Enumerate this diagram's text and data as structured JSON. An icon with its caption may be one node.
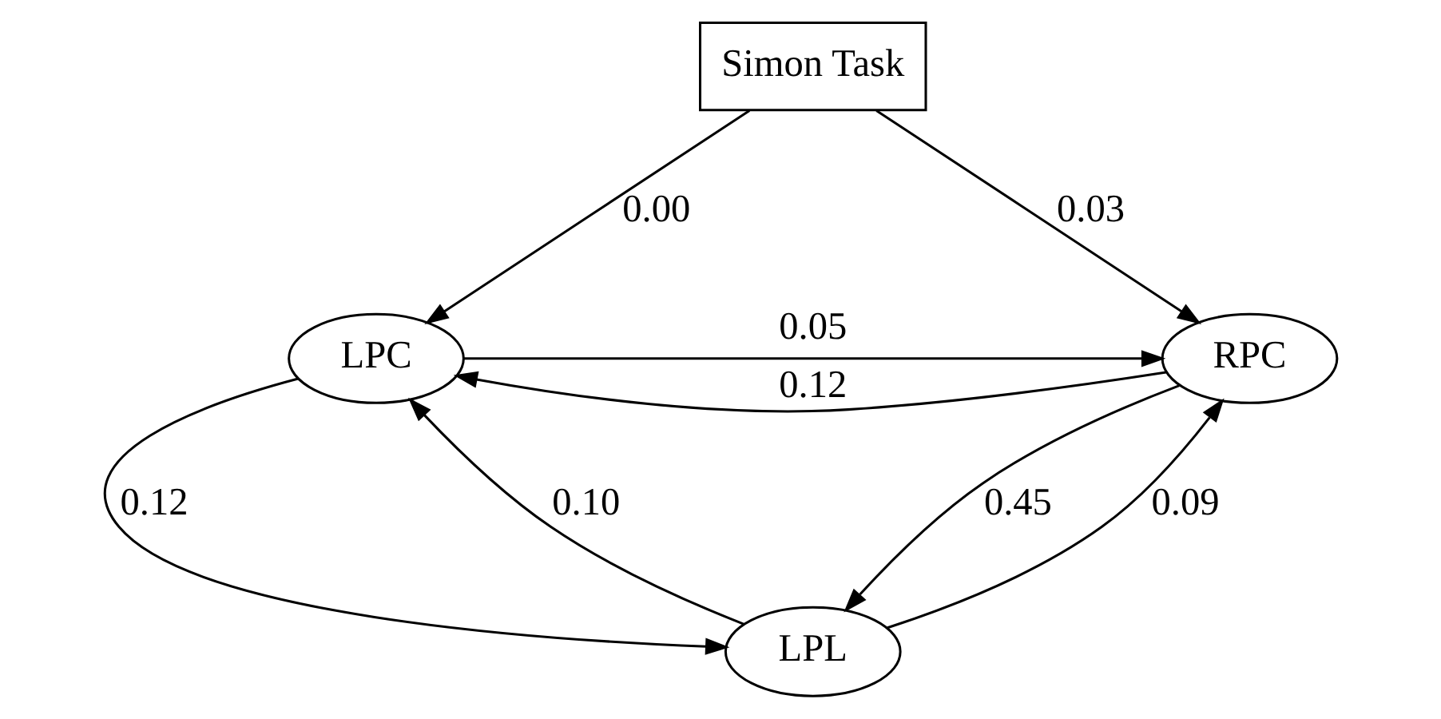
{
  "diagram": {
    "nodes": [
      {
        "text": [
          "Simon Task"
        ]
      },
      {
        "text": [
          "LPC"
        ]
      },
      {
        "text": [
          "RPC"
        ]
      },
      {
        "text": [
          "LPL"
        ]
      }
    ],
    "edges": [
      {
        "from": 0,
        "to": 1,
        "arrow": "to",
        "label": "0.00"
      },
      {
        "from": 0,
        "to": 2,
        "arrow": "to",
        "label": "0.03"
      },
      {
        "from": 1,
        "to": 2,
        "arrow": "to",
        "label": "0.05"
      },
      {
        "from": 2,
        "to": 1,
        "arrow": "to",
        "label": "0.12"
      },
      {
        "from": 1,
        "to": 3,
        "arrow": "to",
        "label": "0.12"
      },
      {
        "from": 3,
        "to": 1,
        "arrow": "to",
        "label": "0.10"
      },
      {
        "from": 3,
        "to": 2,
        "arrow": "to",
        "label": "0.09"
      },
      {
        "from": 2,
        "to": 3,
        "arrow": "to",
        "label": "0.45"
      }
    ]
  }
}
